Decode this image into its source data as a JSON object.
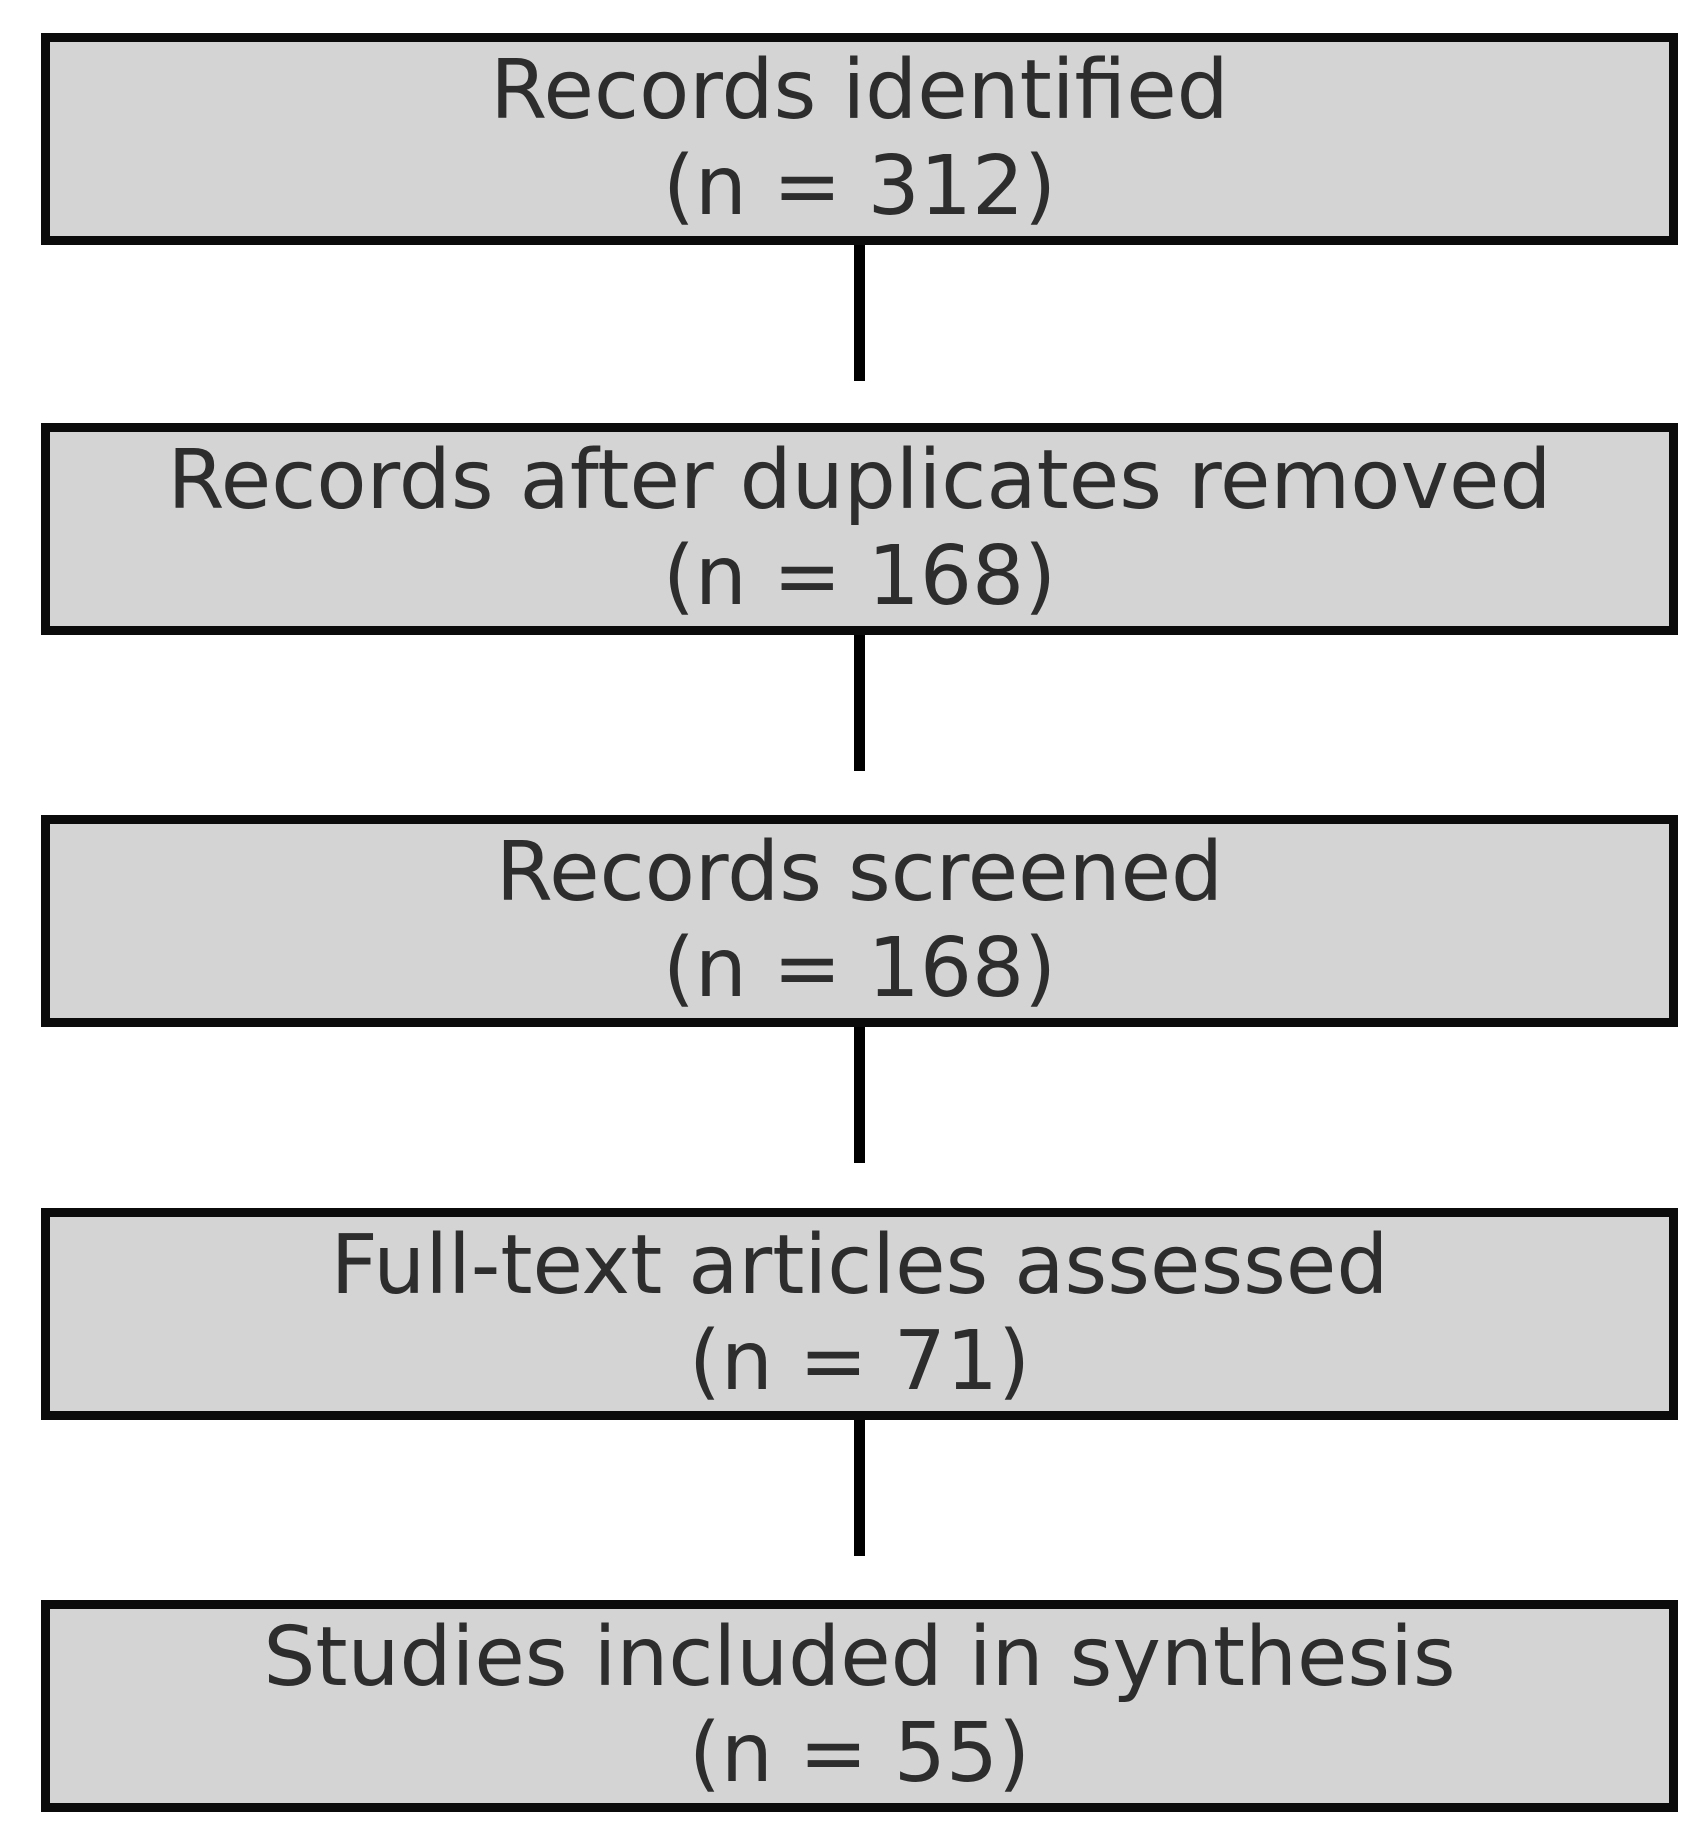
{
  "diagram": {
    "type": "flowchart",
    "colors": {
      "page_bg": "#ffffff",
      "box_fill": "#d4d4d4",
      "box_border": "#0b0b0b",
      "box_text": "#2d2d2d",
      "connector": "#000000"
    },
    "boxes": [
      {
        "label": "Records identified",
        "count": "(n = 312)"
      },
      {
        "label": "Records after duplicates removed",
        "count": "(n = 168)"
      },
      {
        "label": "Records screened",
        "count": "(n = 168)"
      },
      {
        "label": "Full-text articles assessed",
        "count": "(n = 71)"
      },
      {
        "label": "Studies included in synthesis",
        "count": "(n = 55)"
      }
    ]
  }
}
